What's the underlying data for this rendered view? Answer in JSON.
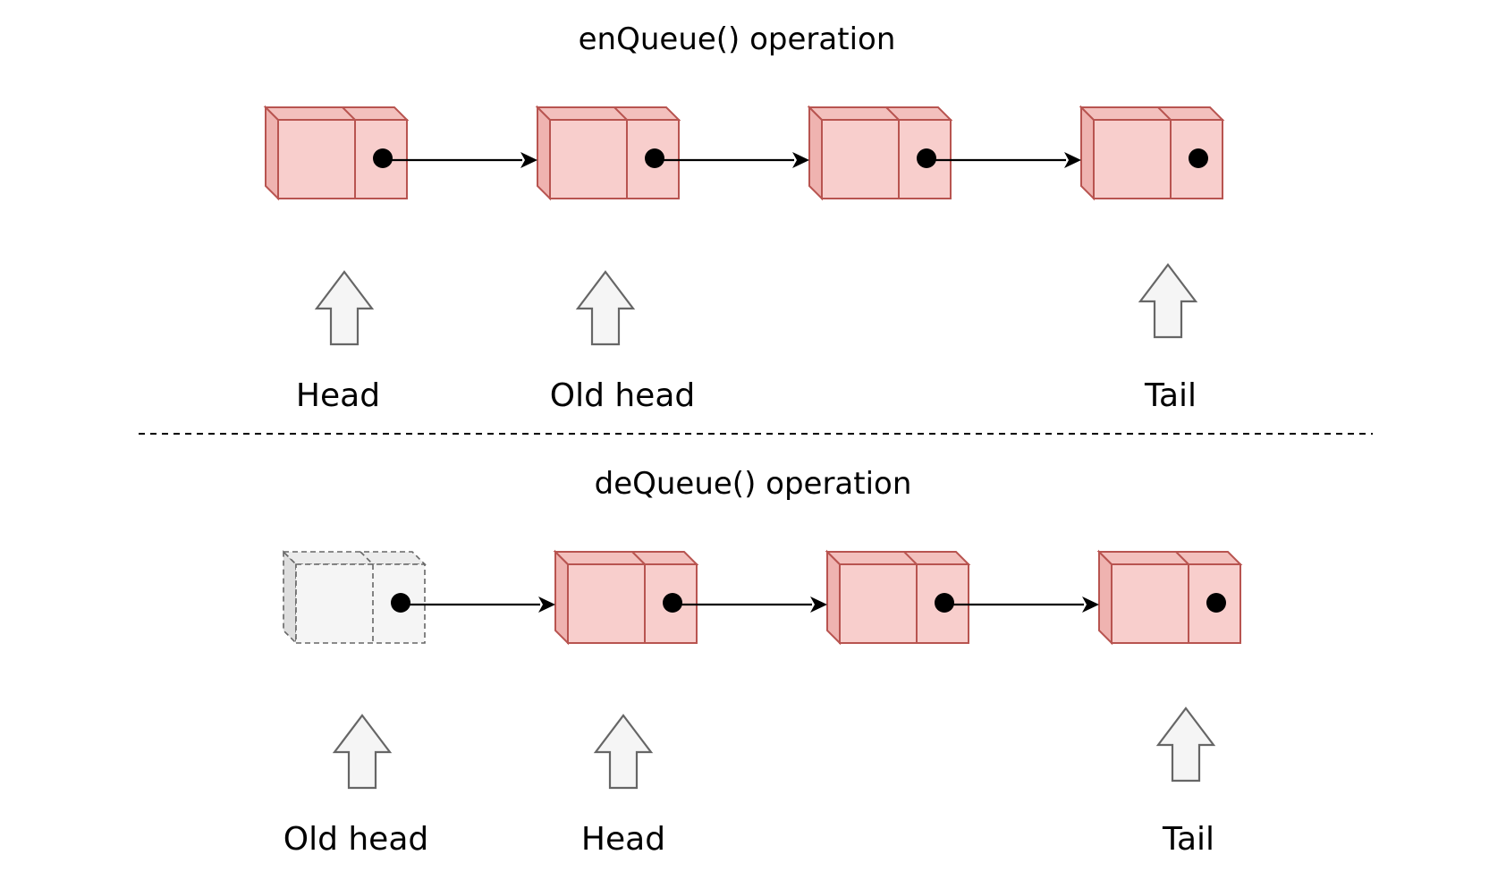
{
  "enqueue": {
    "title": "enQueue() operation",
    "labels": {
      "first": "Head",
      "second": "Old head",
      "last": "Tail"
    }
  },
  "dequeue": {
    "title": "deQueue() operation",
    "labels": {
      "first": "Old head",
      "second": "Head",
      "last": "Tail"
    }
  },
  "colors": {
    "node_fill": "#f8cecc",
    "node_stroke": "#b85450",
    "removed_node_fill": "#f5f5f5",
    "removed_node_stroke": "#666666",
    "pointer_arrow_fill": "#f5f5f5"
  }
}
